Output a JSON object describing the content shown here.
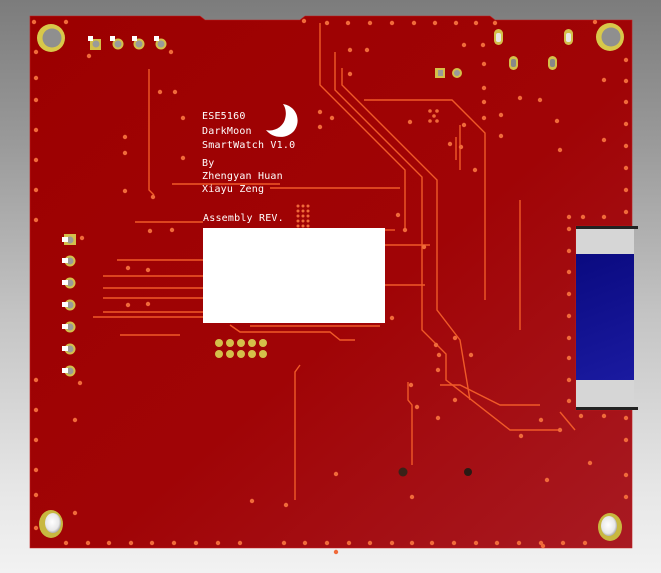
{
  "scene": {
    "type": "3D PCB render",
    "view": "bottom side",
    "colors": {
      "background_top": "#7c7c7c",
      "background_bottom": "#f2f2f2",
      "board": "#a00000",
      "board_highlight": "#a8181f",
      "trace": "#f05a28",
      "via": "#f06a3a",
      "pad_gold": "#d4c04a",
      "mount_ring": "#e0d050",
      "display_blue": "#10108f",
      "silkscreen": "#ffffff"
    }
  },
  "silkscreen": {
    "course": "ESE5160",
    "project": "DarkMoon",
    "product": "SmartWatch V1.0",
    "by_label": "By",
    "author1": "Zhengyan Huan",
    "author2": "Xiayu Zeng",
    "assembly_label": "Assembly REV.",
    "logo": "crescent-moon-icon"
  },
  "components": {
    "mounting_holes": 4,
    "top_header_pins": 4,
    "left_header_pins": 7,
    "test_pad_grid": "2x5",
    "slotted_pads": 4,
    "small_pads_top": 2,
    "assembly_label_blank": true,
    "display_visible": true
  }
}
